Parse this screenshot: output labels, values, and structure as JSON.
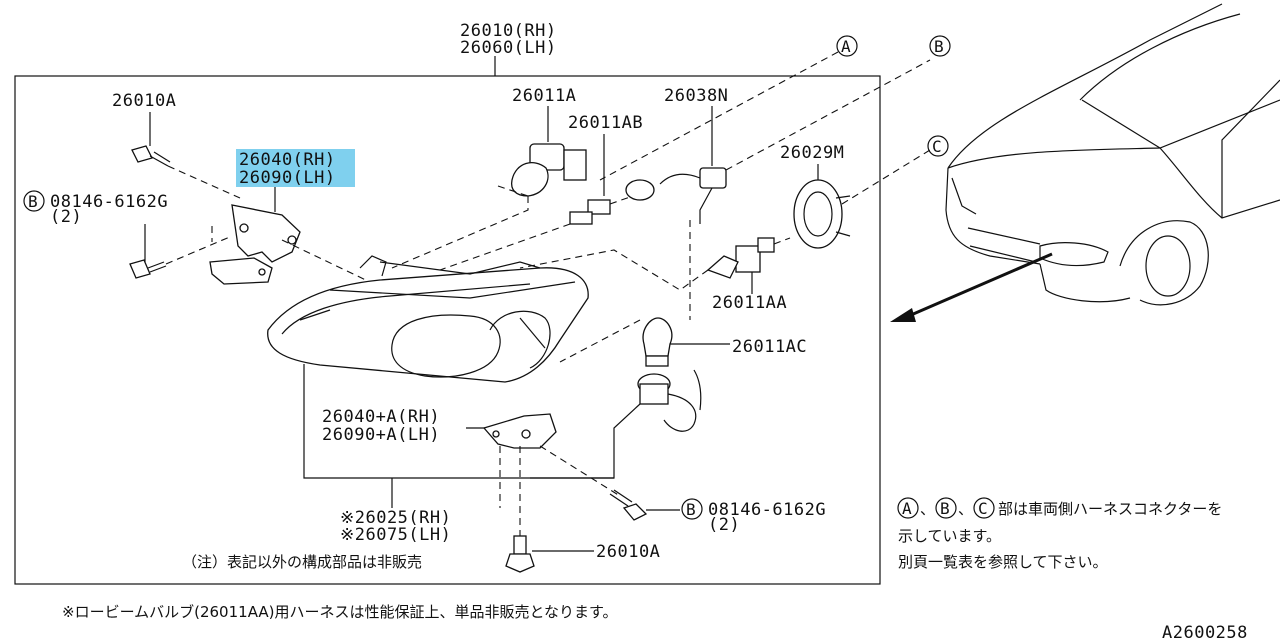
{
  "assembly": {
    "rh": "26010(RH)",
    "lh": "26060(LH)"
  },
  "parts": {
    "p26010a_top": "26010A",
    "p26040_rh": "26040(RH)",
    "p26090_lh": "26090(LH)",
    "bolt_left": "08146-6162G",
    "bolt_left_qty": "(2)",
    "bulb_a": "26011A",
    "bulb_ab": "26011AB",
    "harness_n": "26038N",
    "cap_m": "26029M",
    "bulb_aa": "26011AA",
    "bulb_ac": "26011AC",
    "bracket_rh": "26040+A(RH)",
    "bracket_lh": "26090+A(LH)",
    "bolt_right": "08146-6162G",
    "bolt_right_qty": "(2)",
    "unit_rh": "※26025(RH)",
    "unit_lh": "※26075(LH)",
    "p26010a_bottom": "26010A",
    "note_inner": "（注）表記以外の構成部品は非販売"
  },
  "markers": {
    "a": "A",
    "b": "B",
    "c": "C",
    "b_left": "B",
    "b_right": "B"
  },
  "note_right": {
    "line1": "部は車両側ハーネスコネクターを",
    "line2": "示しています。",
    "line3": "別頁一覧表を参照して下さい。",
    "sep": "、"
  },
  "footnote": "※ロービームバルブ(26011AA)用ハーネスは性能保証上、単品非販売となります。",
  "drawing_code": "A2600258",
  "colors": {
    "highlight": "#7fd0ee",
    "ink": "#111111"
  }
}
